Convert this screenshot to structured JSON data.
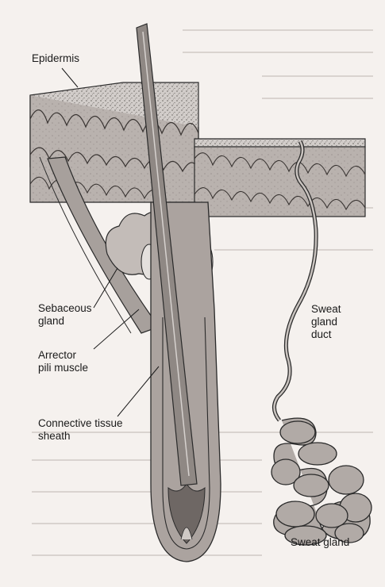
{
  "labels": {
    "epidermis": "Epidermis",
    "sebaceous_line1": "Sebaceous",
    "sebaceous_line2": "gland",
    "arrector_line1": "Arrector",
    "arrector_line2": "pili muscle",
    "connective_line1": "Connective tissue",
    "connective_line2": "sheath",
    "sweat_duct_line1": "Sweat",
    "sweat_duct_line2": "gland",
    "sweat_duct_line3": "duct",
    "sweat_gland": "Sweat gland"
  },
  "colors": {
    "paper": "#f5f1ee",
    "tissue": "#b7b0ac",
    "tissue_dark": "#8d8683",
    "line": "#2a2a2a"
  }
}
